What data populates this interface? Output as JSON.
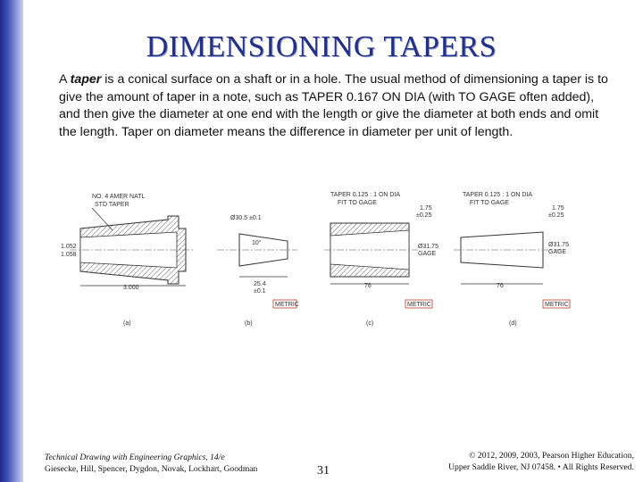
{
  "slide": {
    "title": "DIMENSIONING TAPERS",
    "para_prefix": "A ",
    "para_term": "taper",
    "para_rest": " is a conical surface on a shaft or in a hole. The usual method of dimensioning a taper is to give the amount of taper in a note, such as TAPER 0.167 ON DIA (with TO GAGE often added), and then give the diameter at one end with the length or give the diameter at both ends and omit the length. Taper on diameter means the difference in diameter per unit of length.",
    "page_number": "31"
  },
  "figure": {
    "a": {
      "note_line1": "NO. 4 AMER NATL",
      "note_line2": "STD TAPER",
      "dia_top": "1.052",
      "dia_bottom": "1.058",
      "length": "3.000",
      "caption": "(a)"
    },
    "b": {
      "dia": "Ø30.5 ±0.1",
      "angle": "10°",
      "length": "25.4",
      "tol": "±0.1",
      "metric": "METRIC",
      "caption": "(b)"
    },
    "c": {
      "note_line1": "TAPER 0.125 : 1 ON DIA",
      "note_line2": "FIT TO GAGE",
      "tol_plus": "1.75",
      "tol_minus": "±0.25",
      "dia": "Ø31.75",
      "gage": "GAGE",
      "length": "76",
      "metric": "METRIC",
      "caption": "(c)"
    },
    "d": {
      "note_line1": "TAPER 0.125 : 1 ON DIA",
      "note_line2": "FIT TO GAGE",
      "tol_plus": "1.75",
      "tol_minus": "±0.25",
      "dia": "Ø31.75",
      "gage": "GAGE",
      "length": "76",
      "metric": "METRIC",
      "caption": "(d)"
    }
  },
  "footer": {
    "book_title": "Technical Drawing with Engineering Graphics, 14/e",
    "authors": "Giesecke, Hill, Spencer, Dygdon, Novak, Lockhart, Goodman",
    "copyright_line1": "© 2012, 2009, 2003, Pearson Higher Education,",
    "copyright_line2": "Upper Saddle River, NJ 07458. • All Rights Reserved."
  },
  "colors": {
    "title": "#22308a",
    "left_bar": "#3a4bb0",
    "metric_box": "#c0392b"
  }
}
